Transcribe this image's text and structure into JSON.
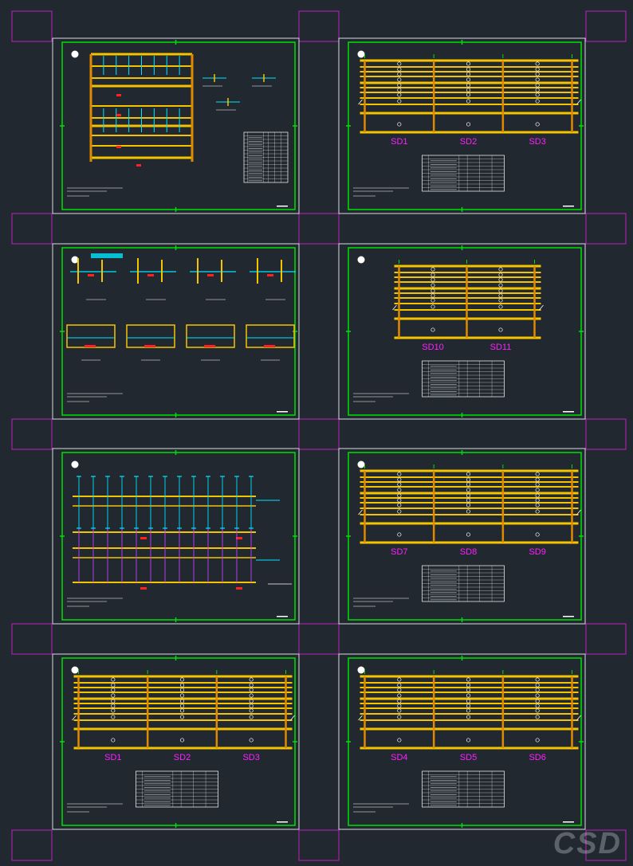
{
  "colors": {
    "background": "#212830",
    "sheet_border": "#d9dde2",
    "frame": "#00e000",
    "corner_box": "#c020c0",
    "beam": "#f5c400",
    "column": "#e08a00",
    "red_mark": "#ff2020",
    "label": "#ff20ff",
    "cyan": "#00e5ff",
    "white": "#ffffff"
  },
  "sheets": [
    {
      "id": "s1",
      "kind": "plan"
    },
    {
      "id": "s2",
      "kind": "frames",
      "labels": [
        "SD1",
        "SD2",
        "SD3"
      ]
    },
    {
      "id": "s3",
      "kind": "details"
    },
    {
      "id": "s4",
      "kind": "frames",
      "labels": [
        "SD10",
        "SD11"
      ]
    },
    {
      "id": "s5",
      "kind": "elevation"
    },
    {
      "id": "s6",
      "kind": "frames",
      "labels": [
        "SD7",
        "SD8",
        "SD9"
      ]
    },
    {
      "id": "s7",
      "kind": "frames",
      "labels": [
        "SD1",
        "SD2",
        "SD3"
      ]
    },
    {
      "id": "s8",
      "kind": "frames",
      "labels": [
        "SD4",
        "SD5",
        "SD6"
      ]
    }
  ],
  "watermark": "CSD"
}
